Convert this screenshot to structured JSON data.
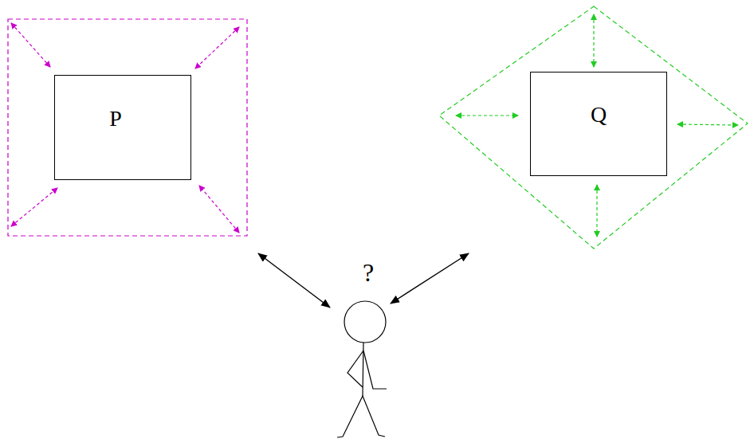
{
  "diagram": {
    "nodes": [
      {
        "text": [
          "P"
        ]
      },
      {
        "text": [
          "Q"
        ]
      }
    ],
    "labels": [
      "?"
    ]
  }
}
